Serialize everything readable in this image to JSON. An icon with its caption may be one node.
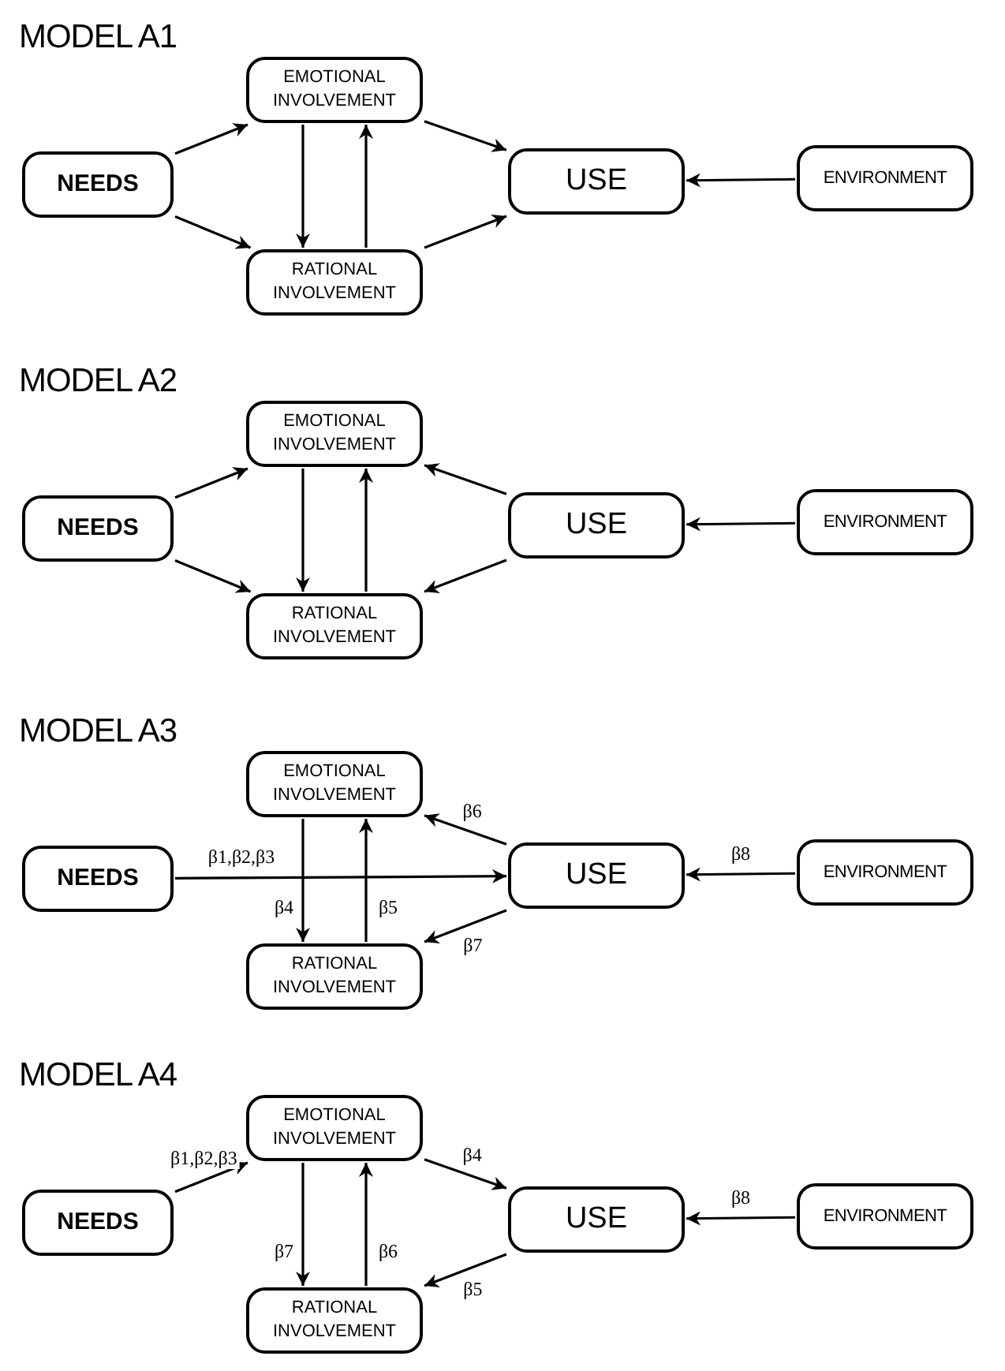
{
  "diagram": {
    "nodes": [
      {
        "text": [
          "NEEDS"
        ]
      },
      {
        "text": [
          "EMOTIONAL INVOLVEMENT"
        ]
      },
      {
        "text": [
          "RATIONAL INVOLVEMENT"
        ]
      },
      {
        "text": [
          "USE"
        ]
      },
      {
        "text": [
          "ENVIRONMENT"
        ]
      },
      {
        "text": [
          "NEEDS"
        ]
      },
      {
        "text": [
          "EMOTIONAL INVOLVEMENT"
        ]
      },
      {
        "text": [
          "RATIONAL INVOLVEMENT"
        ]
      },
      {
        "text": [
          "USE"
        ]
      },
      {
        "text": [
          "ENVIRONMENT"
        ]
      },
      {
        "text": [
          "NEEDS"
        ]
      },
      {
        "text": [
          "EMOTIONAL INVOLVEMENT"
        ]
      },
      {
        "text": [
          "RATIONAL INVOLVEMENT"
        ]
      },
      {
        "text": [
          "USE"
        ]
      },
      {
        "text": [
          "ENVIRONMENT"
        ]
      },
      {
        "text": [
          "NEEDS"
        ]
      },
      {
        "text": [
          "EMOTIONAL INVOLVEMENT"
        ]
      },
      {
        "text": [
          "RATIONAL INVOLVEMENT"
        ]
      },
      {
        "text": [
          "USE"
        ]
      },
      {
        "text": [
          "ENVIRONMENT"
        ]
      }
    ],
    "edges": [
      {
        "from": 0,
        "to": 1,
        "arrow": "to"
      },
      {
        "from": 0,
        "to": 2,
        "arrow": "to"
      },
      {
        "from": 1,
        "to": 2,
        "arrow": "to"
      },
      {
        "from": 2,
        "to": 1,
        "arrow": "to"
      },
      {
        "from": 1,
        "to": 3,
        "arrow": "to"
      },
      {
        "from": 2,
        "to": 3,
        "arrow": "to"
      },
      {
        "from": 4,
        "to": 3,
        "arrow": "to"
      },
      {
        "from": 5,
        "to": 6,
        "arrow": "to"
      },
      {
        "from": 5,
        "to": 7,
        "arrow": "to"
      },
      {
        "from": 6,
        "to": 7,
        "arrow": "to"
      },
      {
        "from": 7,
        "to": 6,
        "arrow": "to"
      },
      {
        "from": 8,
        "to": 6,
        "arrow": "to"
      },
      {
        "from": 8,
        "to": 7,
        "arrow": "to"
      },
      {
        "from": 9,
        "to": 8,
        "arrow": "to"
      },
      {
        "from": 10,
        "to": 13,
        "arrow": "to",
        "label": "β1,β2,β3"
      },
      {
        "from": 11,
        "to": 12,
        "arrow": "to",
        "label": "β4"
      },
      {
        "from": 12,
        "to": 11,
        "arrow": "to",
        "label": "β5"
      },
      {
        "from": 13,
        "to": 11,
        "arrow": "to",
        "label": "β6"
      },
      {
        "from": 13,
        "to": 12,
        "arrow": "to",
        "label": "β7"
      },
      {
        "from": 14,
        "to": 13,
        "arrow": "to",
        "label": "β8"
      },
      {
        "from": 15,
        "to": 16,
        "arrow": "to",
        "label": "β1,β2,β3"
      },
      {
        "from": 16,
        "to": 17,
        "arrow": "to",
        "label": "β7"
      },
      {
        "from": 17,
        "to": 16,
        "arrow": "to",
        "label": "β6"
      },
      {
        "from": 16,
        "to": 18,
        "arrow": "to",
        "label": "β4"
      },
      {
        "from": 18,
        "to": 17,
        "arrow": "to",
        "label": "β5"
      },
      {
        "from": 19,
        "to": 18,
        "arrow": "to",
        "label": "β8"
      }
    ],
    "labels": [
      "MODEL A1",
      "MODEL A2",
      "MODEL A3",
      "MODEL A4"
    ]
  }
}
